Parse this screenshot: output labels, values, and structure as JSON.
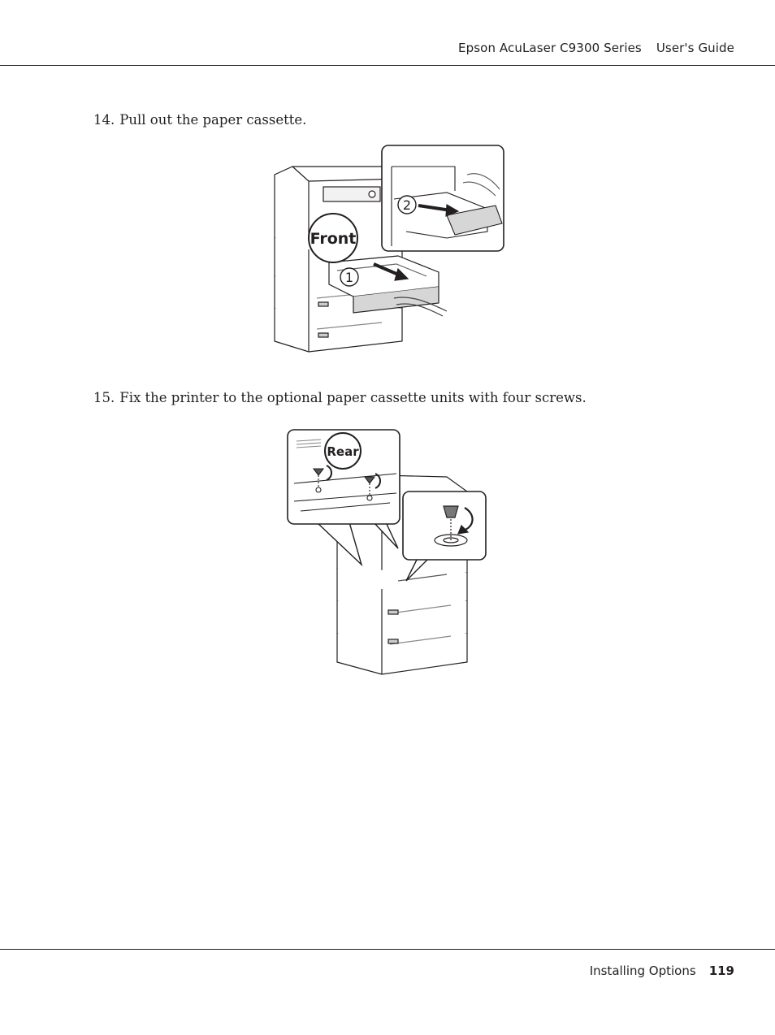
{
  "header": {
    "title": "Epson AcuLaser C9300 Series",
    "guide": "User's Guide"
  },
  "steps": [
    {
      "number": "14.",
      "text": "Pull out the paper cassette."
    },
    {
      "number": "15.",
      "text": "Fix the printer to the optional paper cassette units with four screws."
    }
  ],
  "figure1": {
    "callout": "Front",
    "step1": "1",
    "step2": "2"
  },
  "figure2": {
    "callout": "Rear"
  },
  "footer": {
    "section": "Installing Options",
    "page": "119"
  }
}
